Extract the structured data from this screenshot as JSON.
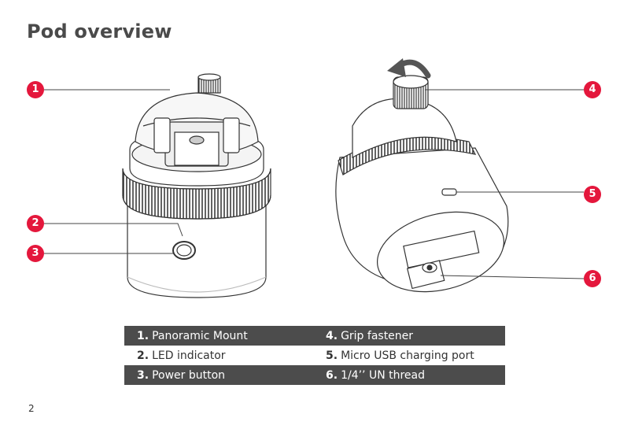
{
  "title": "Pod overview",
  "page_number": "2",
  "callouts": [
    "1",
    "2",
    "3",
    "4",
    "5",
    "6"
  ],
  "legend": [
    {
      "left": {
        "num": "1.",
        "label": "Panoramic Mount"
      },
      "right": {
        "num": "4.",
        "label": "Grip fastener"
      }
    },
    {
      "left": {
        "num": "2.",
        "label": "LED indicator"
      },
      "right": {
        "num": "5.",
        "label": "Micro USB charging port"
      }
    },
    {
      "left": {
        "num": "3.",
        "label": "Power button"
      },
      "right": {
        "num": "6.",
        "label": "1/4’’ UN thread"
      }
    }
  ],
  "colors": {
    "accent": "#e4173c",
    "legend_dark": "#4c4c4c",
    "text": "#4a4a4a"
  },
  "icons": [
    "rotate-arrow-icon"
  ]
}
